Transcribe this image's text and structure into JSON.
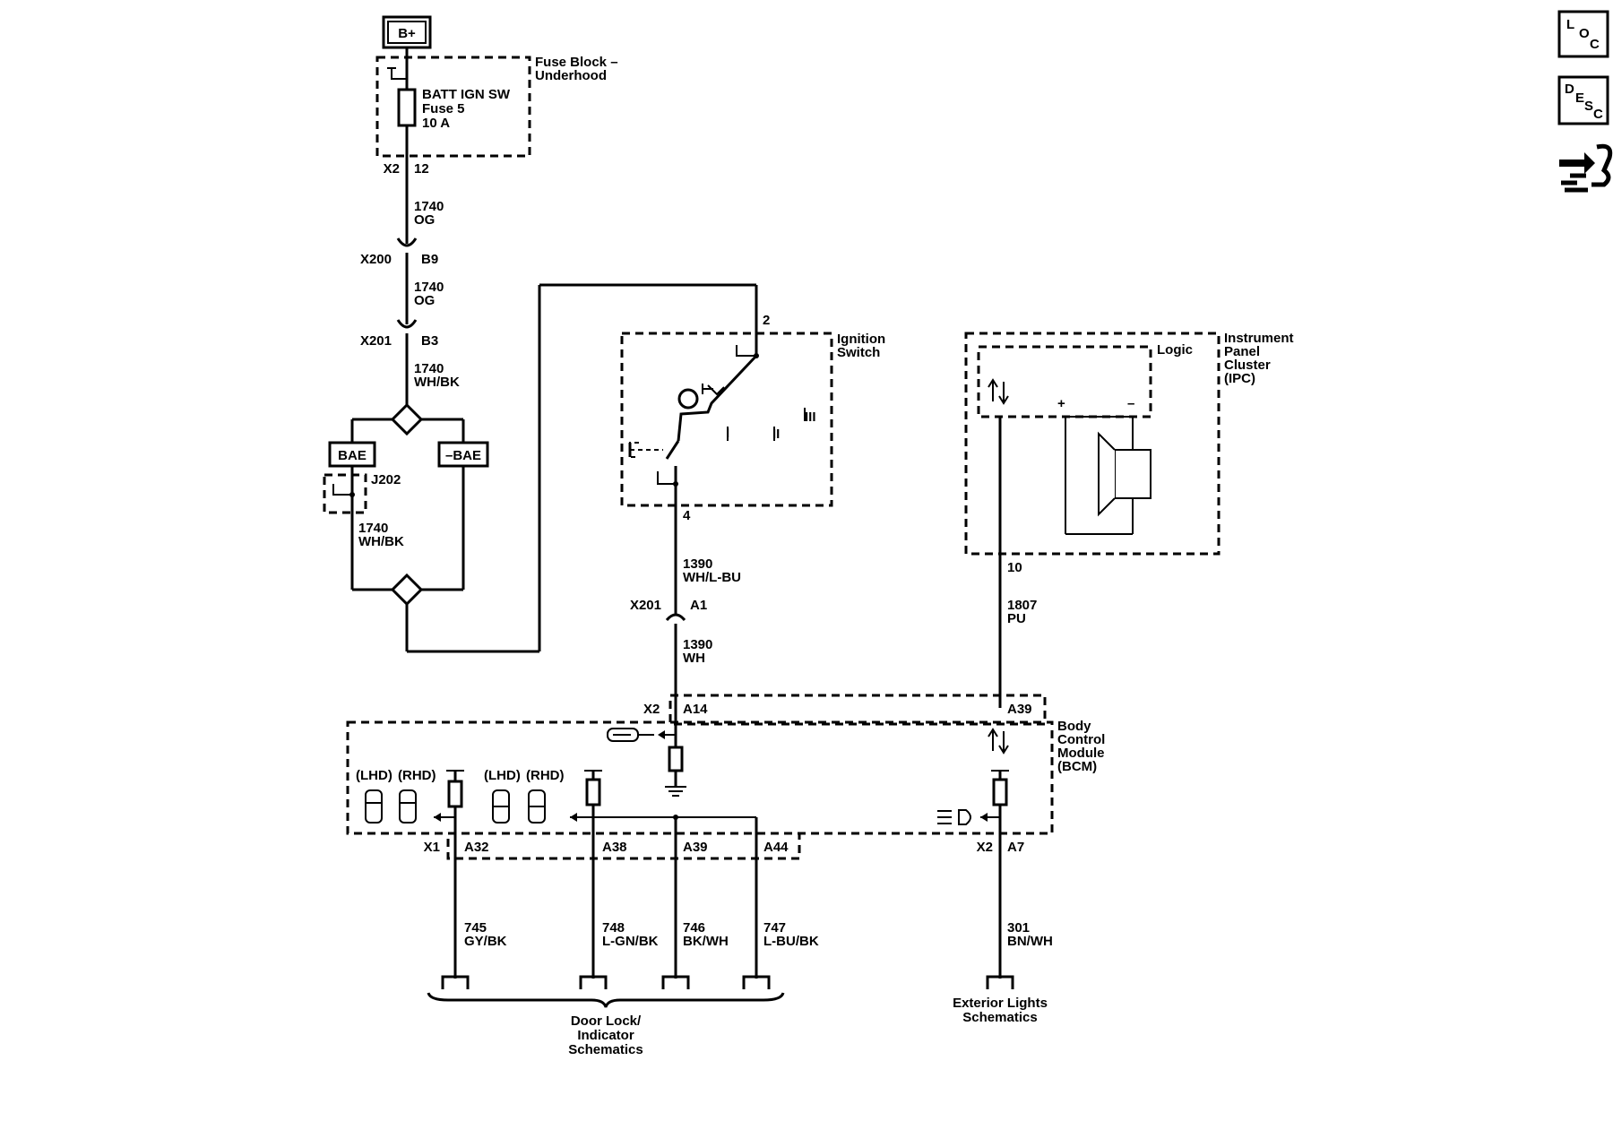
{
  "power": {
    "source": "B+"
  },
  "fuse_block": {
    "title_1": "Fuse Block –",
    "title_2": "Underhood",
    "fuse_name": "BATT IGN SW",
    "fuse_num": "Fuse 5",
    "fuse_amps": "10 A",
    "conn": "X2",
    "pin": "12"
  },
  "wires": {
    "w1740a_num": "1740",
    "w1740a_col": "OG",
    "w1740b_num": "1740",
    "w1740b_col": "OG",
    "w1740c_num": "1740",
    "w1740c_col": "WH/BK",
    "w1740d_num": "1740",
    "w1740d_col": "WH/BK",
    "w1390a_num": "1390",
    "w1390a_col": "WH/L-BU",
    "w1390b_num": "1390",
    "w1390b_col": "WH",
    "w1807_num": "1807",
    "w1807_col": "PU",
    "w745_num": "745",
    "w745_col": "GY/BK",
    "w748_num": "748",
    "w748_col": "L-GN/BK",
    "w746_num": "746",
    "w746_col": "BK/WH",
    "w747_num": "747",
    "w747_col": "L-BU/BK",
    "w301_num": "301",
    "w301_col": "BN/WH"
  },
  "connectors": {
    "x200": "X200",
    "x200_pin": "B9",
    "x201a": "X201",
    "x201a_pin": "B3",
    "x201b": "X201",
    "x201b_pin": "A1",
    "j202": "J202",
    "bae": "BAE",
    "nbae": "–BAE"
  },
  "ignition": {
    "title_1": "Ignition",
    "title_2": "Switch",
    "pin_top": "2",
    "pin_bottom": "4",
    "pos_1": "I",
    "pos_2": "II",
    "pos_3": "III"
  },
  "ipc": {
    "title_1": "Instrument",
    "title_2": "Panel",
    "title_3": "Cluster",
    "title_4": "(IPC)",
    "logic": "Logic",
    "plus": "+",
    "minus": "–",
    "pin": "10"
  },
  "bcm": {
    "title_1": "Body",
    "title_2": "Control",
    "title_3": "Module",
    "title_4": "(BCM)",
    "x2_top": "X2",
    "a14": "A14",
    "a39_top": "A39",
    "x1": "X1",
    "a32": "A32",
    "a38": "A38",
    "a39": "A39",
    "a44": "A44",
    "x2_bot": "X2",
    "a7": "A7",
    "lhd1": "(LHD)",
    "rhd1": "(RHD)",
    "lhd2": "(LHD)",
    "rhd2": "(RHD)"
  },
  "refs": {
    "door_1": "Door Lock/",
    "door_2": "Indicator",
    "door_3": "Schematics",
    "ext_1": "Exterior Lights",
    "ext_2": "Schematics"
  },
  "nav": {
    "loc_l": "L",
    "loc_o": "O",
    "loc_c": "C",
    "desc_d": "D",
    "desc_e": "E",
    "desc_s": "S",
    "desc_c": "C"
  }
}
